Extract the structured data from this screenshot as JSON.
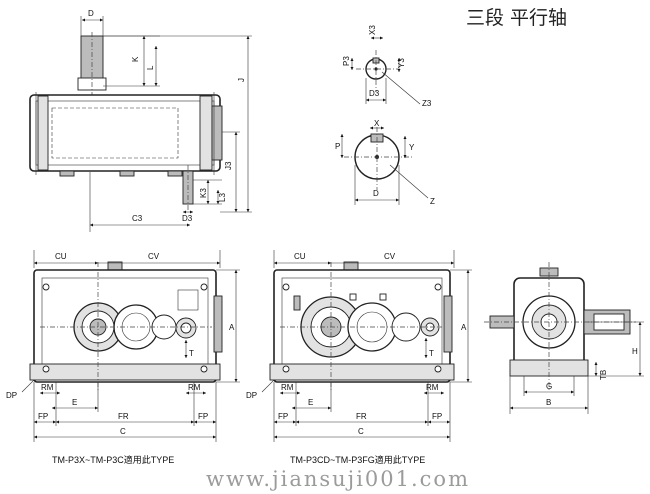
{
  "title": "三段  平行轴",
  "watermark": "www.jiansuji001.com",
  "captions": {
    "left_type": "TM-P3X~TM-P3C適用此TYPE",
    "mid_type": "TM-P3CD~TM-P3FG適用此TYPE"
  },
  "dims": {
    "D": "D",
    "K": "K",
    "L": "L",
    "J": "J",
    "J3": "J3",
    "K3": "K3",
    "L3": "L3",
    "D3": "D3",
    "C3": "C3",
    "X3": "X3",
    "P3": "P3",
    "Y3": "Y3",
    "Z3": "Z3",
    "X": "X",
    "P": "P",
    "Y": "Y",
    "Z": "Z",
    "CU": "CU",
    "CV": "CV",
    "A": "A",
    "RM": "RM",
    "DP": "DP",
    "E": "E",
    "FP": "FP",
    "FR": "FR",
    "C": "C",
    "T": "T",
    "H": "H",
    "TB": "TB",
    "G": "G",
    "B": "B"
  },
  "colors": {
    "line": "#222222",
    "fill_gray": "#bcbcbc",
    "watermark": "#9b9b9b"
  }
}
